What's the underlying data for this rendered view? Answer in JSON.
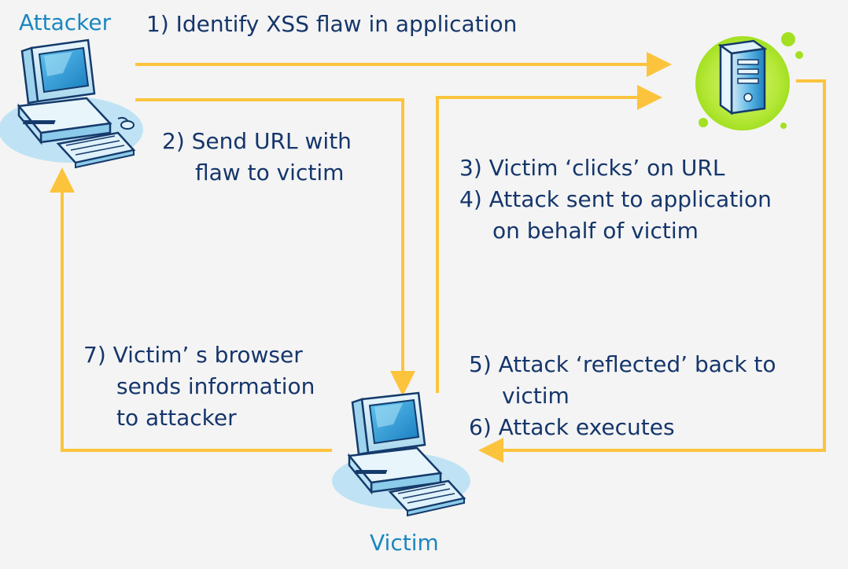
{
  "nodes": {
    "attacker": {
      "label": "Attacker",
      "icon": "computer-icon"
    },
    "victim": {
      "label": "Victim",
      "icon": "computer-icon"
    },
    "server": {
      "icon": "server-icon"
    }
  },
  "steps": {
    "s1": "1) Identify XSS flaw in application",
    "s2a": "2) Send URL with",
    "s2b": "flaw to victim",
    "s3": "3) Victim ‘clicks’ on URL",
    "s4a": "4) Attack sent to application",
    "s4b": "on behalf of victim",
    "s5a": "5) Attack ‘reflected’ back to",
    "s5b": "victim",
    "s6": "6) Attack executes",
    "s7a": "7) Victim’ s browser",
    "s7b": "sends information",
    "s7c": "to attacker"
  },
  "colors": {
    "arrow": "#fcc43c",
    "node_label": "#1a87c0",
    "step_text": "#15366b",
    "server_glow": "#a3e021",
    "background": "#f4f4f4"
  }
}
